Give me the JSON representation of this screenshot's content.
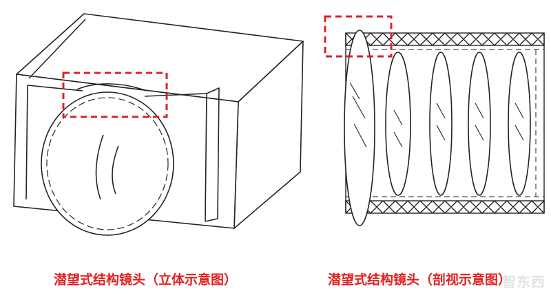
{
  "colors": {
    "line": "#222222",
    "highlight": "#e02020",
    "caption": "#e02020",
    "watermark": "#b0b0b0"
  },
  "left_figure": {
    "caption": "潜望式结构镜头（立体示意图）"
  },
  "right_figure": {
    "caption": "潜望式结构镜头（剖视示意图）",
    "lens_count": 5
  },
  "watermark": "智东西"
}
